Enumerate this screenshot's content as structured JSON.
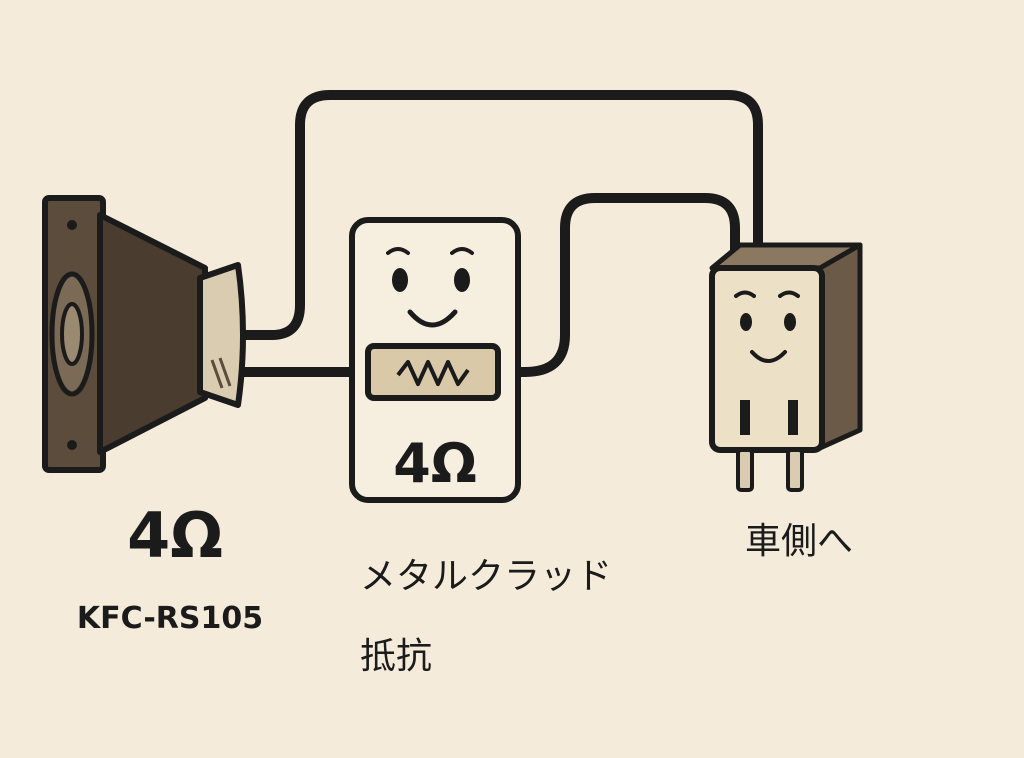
{
  "speaker": {
    "ohms": "4Ω",
    "model": "KFC-RS105"
  },
  "resistor": {
    "ohms": "4Ω",
    "label_line1": "メタルクラッド",
    "label_line2": "抵抗"
  },
  "plug": {
    "label": "車側へ"
  },
  "colors": {
    "background": "#f4ebda",
    "ink": "#1b1b1b",
    "speaker_dark": "#5b4c3b",
    "speaker_light": "#d9ccb0",
    "plug_dark": "#6a5a47",
    "plug_light": "#ece0c6"
  }
}
